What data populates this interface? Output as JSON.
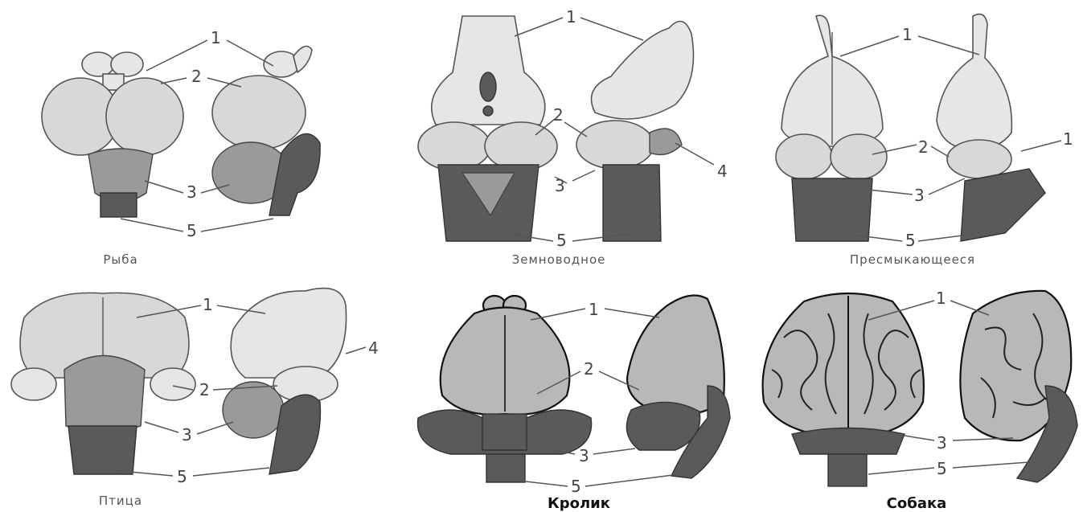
{
  "panels": [
    {
      "id": "fish",
      "caption": "Рыба",
      "labels": [
        "1",
        "2",
        "3",
        "5"
      ]
    },
    {
      "id": "amphibian",
      "caption": "Земноводное",
      "labels": [
        "1",
        "2",
        "3",
        "4",
        "5"
      ]
    },
    {
      "id": "reptile",
      "caption": "Пресмыкающееся",
      "labels": [
        "1",
        "1",
        "2",
        "3",
        "5"
      ]
    },
    {
      "id": "bird",
      "caption": "Птица",
      "labels": [
        "1",
        "2",
        "3",
        "4",
        "5"
      ]
    },
    {
      "id": "rabbit",
      "caption": "Кролик",
      "labels": [
        "1",
        "2",
        "3",
        "5"
      ]
    },
    {
      "id": "dog",
      "caption": "Собака",
      "labels": [
        "1",
        "3",
        "5"
      ]
    }
  ]
}
